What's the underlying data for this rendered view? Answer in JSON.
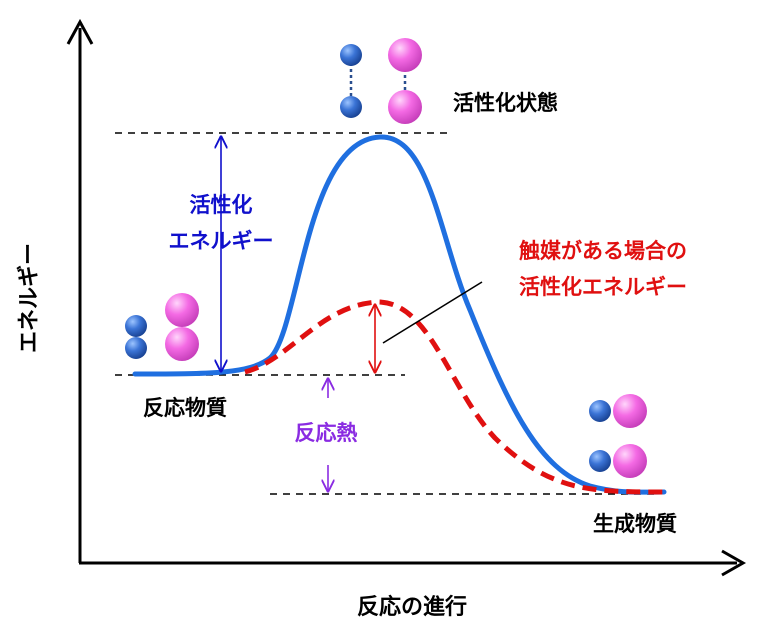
{
  "axes": {
    "y_label": "エネルギー",
    "x_label": "反応の進行"
  },
  "labels": {
    "activated_state": "活性化状態",
    "activation_energy_line1": "活性化",
    "activation_energy_line2": "エネルギー",
    "catalyst_line1": "触媒がある場合の",
    "catalyst_line2": "活性化エネルギー",
    "reactants": "反応物質",
    "heat_of_reaction": "反応熱",
    "products": "生成物質"
  },
  "colors": {
    "uncatalyzed_curve": "#1f6fe0",
    "catalyzed_curve": "#e01010",
    "activation_energy_text": "#1010cc",
    "heat_of_reaction": "#8a2be2",
    "atom_blue": "#2e5fb8",
    "atom_pink": "#ee55dd",
    "axis": "#000000"
  },
  "icons": [
    "reactant-molecules-icon",
    "transition-state-molecules-icon",
    "product-molecules-icon"
  ]
}
